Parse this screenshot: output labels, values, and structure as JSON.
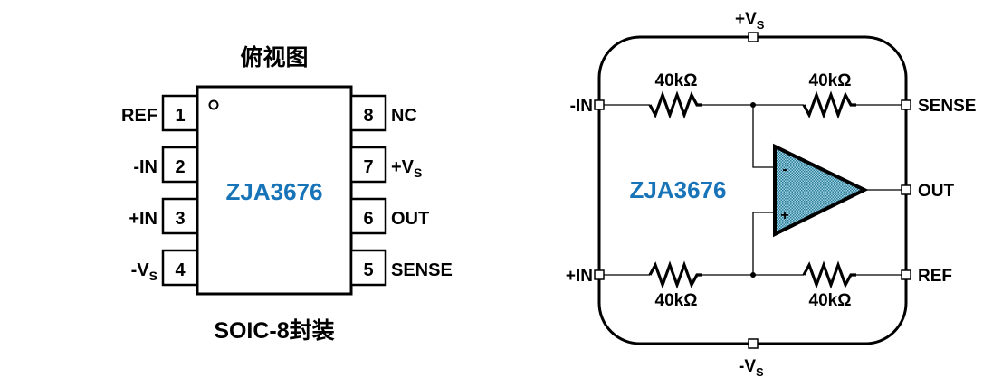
{
  "package_view": {
    "title": "俯视图",
    "chip_name": "ZJA3676",
    "footer": "SOIC-8封装",
    "pins_left": [
      {
        "number": "1",
        "label": "REF",
        "sub": ""
      },
      {
        "number": "2",
        "label": "-IN",
        "sub": ""
      },
      {
        "number": "3",
        "label": "+IN",
        "sub": ""
      },
      {
        "number": "4",
        "label": "-V",
        "sub": "S"
      }
    ],
    "pins_right": [
      {
        "number": "8",
        "label": "NC",
        "sub": ""
      },
      {
        "number": "7",
        "label": "+V",
        "sub": "S"
      },
      {
        "number": "6",
        "label": "OUT",
        "sub": ""
      },
      {
        "number": "5",
        "label": "SENSE",
        "sub": ""
      }
    ]
  },
  "schematic": {
    "chip_name": "ZJA3676",
    "supply_top": {
      "label": "+V",
      "sub": "S"
    },
    "supply_bottom": {
      "label": "-V",
      "sub": "S"
    },
    "terminals": {
      "in_neg": "-IN",
      "in_pos": "+IN",
      "sense": "SENSE",
      "out": "OUT",
      "ref": "REF"
    },
    "resistors": [
      "40kΩ",
      "40kΩ",
      "40kΩ",
      "40kΩ"
    ],
    "opamp": {
      "inv_symbol": "-",
      "noninv_symbol": "+",
      "fill_color": "#5ea8c4"
    },
    "accent_color": "#1874b8"
  }
}
